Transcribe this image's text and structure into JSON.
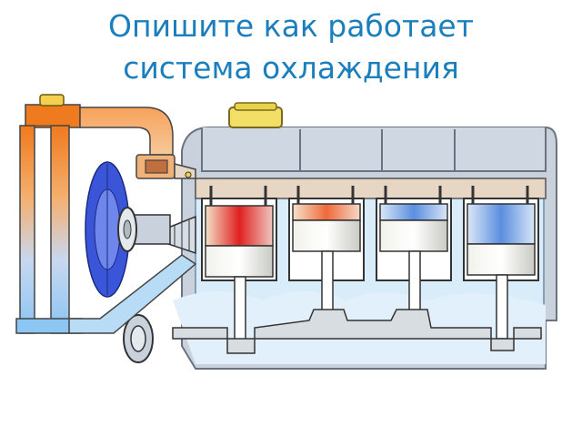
{
  "slide": {
    "title_line1": "Опишите как работает",
    "title_line2": "система охлаждения"
  },
  "colors": {
    "title": "#1b7fbd",
    "hot": "#e02020",
    "warm": "#f08a2a",
    "cool": "#5aa0e0",
    "coolant": "#d9ecfa",
    "block": "#c9d2dc",
    "fan": "#3a55d8"
  },
  "diagram": {
    "icons": [
      "radiator-icon",
      "fan-icon",
      "thermostat-icon",
      "water-pump-icon",
      "piston-icon",
      "crankshaft-icon"
    ],
    "pistons": [
      {
        "id": 1,
        "state": "hot"
      },
      {
        "id": 2,
        "state": "warm"
      },
      {
        "id": 3,
        "state": "cool"
      },
      {
        "id": 4,
        "state": "cool"
      }
    ]
  }
}
